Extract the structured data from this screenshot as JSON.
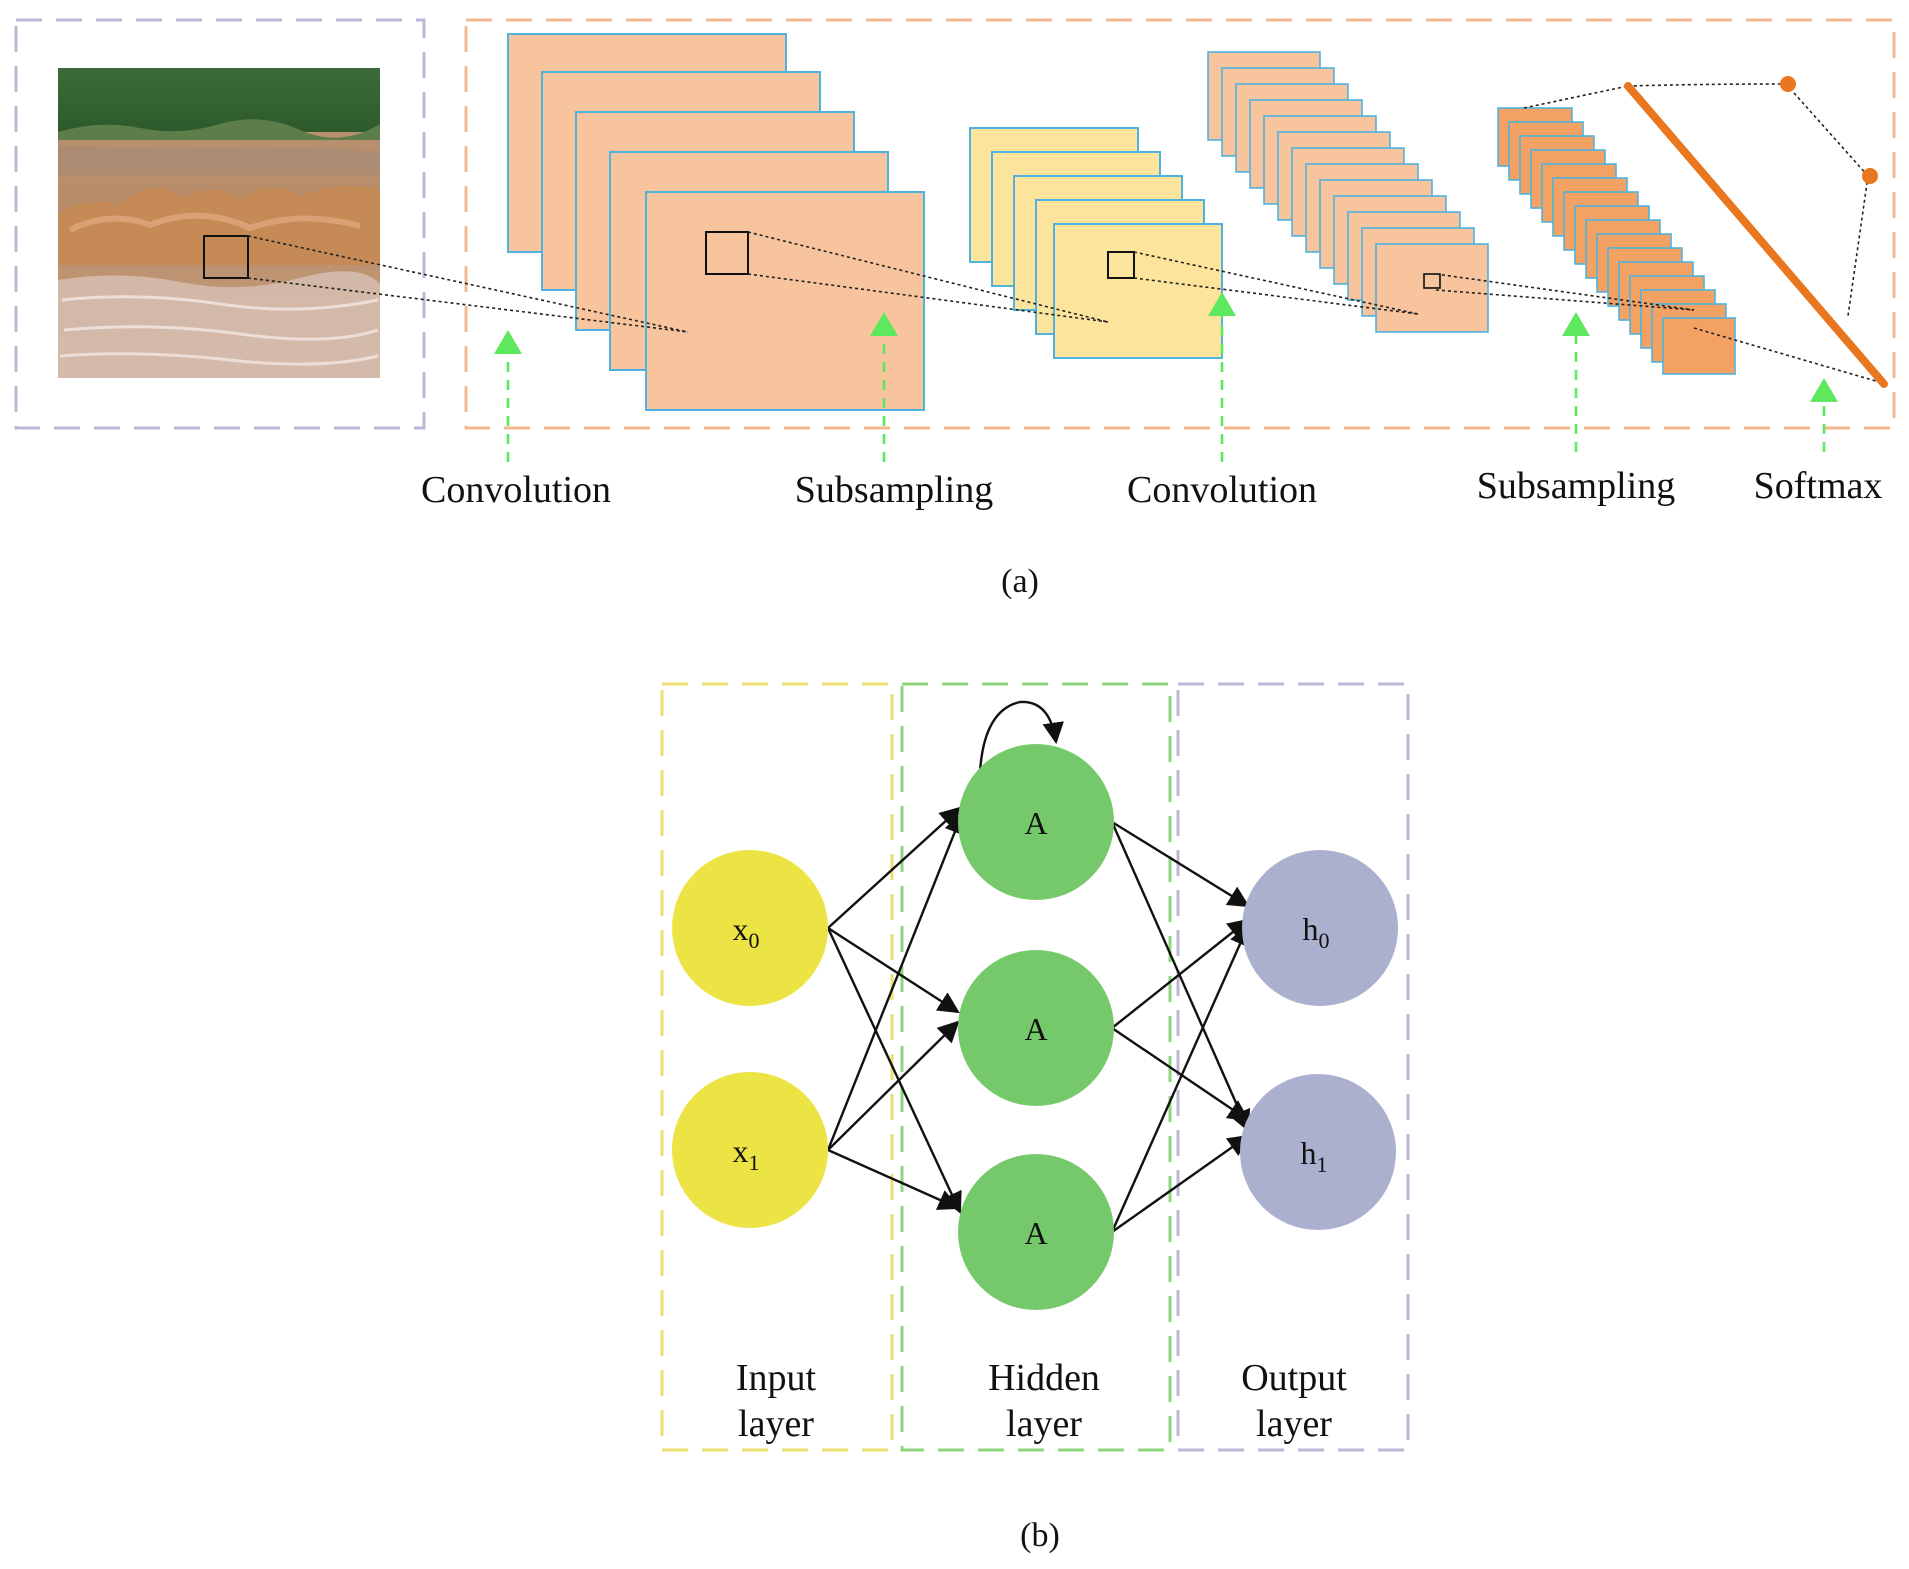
{
  "panel_a": {
    "stage_labels": [
      "Convolution",
      "Subsampling",
      "Convolution",
      "Subsampling",
      "Softmax"
    ],
    "caption": "(a)"
  },
  "panel_b": {
    "input_nodes": [
      {
        "base": "x",
        "sub": "0"
      },
      {
        "base": "x",
        "sub": "1"
      }
    ],
    "hidden_nodes": [
      "A",
      "A",
      "A"
    ],
    "output_nodes": [
      {
        "base": "h",
        "sub": "0"
      },
      {
        "base": "h",
        "sub": "1"
      }
    ],
    "layer_labels": {
      "input": [
        "Input",
        "layer"
      ],
      "hidden": [
        "Hidden",
        "layer"
      ],
      "output": [
        "Output",
        "layer"
      ]
    },
    "caption": "(b)"
  },
  "colors": {
    "feature_map": "#f8c49e",
    "feature_map_yellow": "#fde49c",
    "feature_map_dark": "#f4a263",
    "map_border": "#4fb3df",
    "softmax_orange": "#e8771f",
    "arrow_green": "#5ee85e",
    "input_node": "#ece445",
    "hidden_node": "#76c96a",
    "output_node": "#abb0cf",
    "box_purple": "#b9b9d6",
    "box_orange": "#f3b890",
    "box_yellow": "#eee070",
    "box_green": "#8fd47e"
  }
}
